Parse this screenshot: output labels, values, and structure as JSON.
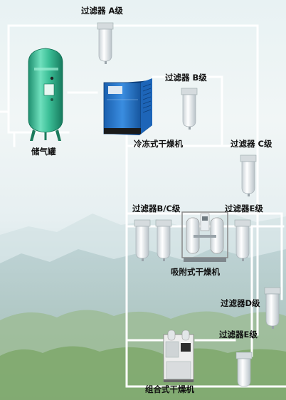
{
  "labels": {
    "filter_a": "过滤器 A级",
    "filter_b": "过滤器 B级",
    "filter_c": "过滤器 C级",
    "filter_bc": "过滤器B/C级",
    "filter_e1": "过滤器E级",
    "filter_d": "过滤器D级",
    "filter_e2": "过滤器E级",
    "air_tank": "储气罐",
    "refrigerated_dryer": "冷冻式干燥机",
    "adsorption_dryer": "吸附式干燥机",
    "combined_dryer": "组合式干燥机"
  },
  "colors": {
    "pipe": "#ffffff",
    "tank": "#3fbf98",
    "dryer_blue": "#1f6fc7",
    "filter_body": "#ffffff",
    "filter_cap": "#d8dde0"
  }
}
